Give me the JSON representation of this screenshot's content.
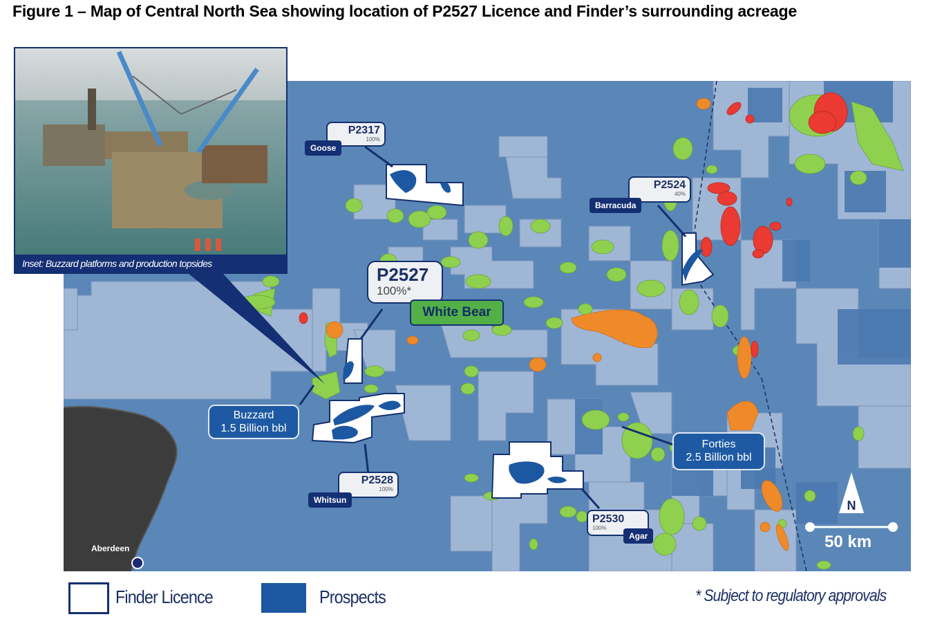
{
  "title": "Figure 1 – Map of Central North Sea showing location of P2527 Licence and Finder’s surrounding acreage",
  "inset": {
    "caption": "Inset: Buzzard platforms and production topsides"
  },
  "licences": [
    {
      "code": "P2317",
      "equity": "100%",
      "prospect": "Goose"
    },
    {
      "code": "P2524",
      "equity": "40%",
      "prospect": "Barracuda"
    },
    {
      "code": "P2527",
      "equity": "100%*",
      "prospect": "White Bear"
    },
    {
      "code": "P2528",
      "equity": "100%",
      "prospect": "Whitsun"
    },
    {
      "code": "P2530",
      "equity": "100%",
      "prospect": "Agar"
    }
  ],
  "fields": [
    {
      "name": "Buzzard",
      "volume": "1.5 Billion bbl"
    },
    {
      "name": "Forties",
      "volume": "2.5 Billion bbl"
    }
  ],
  "places": {
    "city": "Aberdeen"
  },
  "scale": {
    "north_label": "N",
    "scale_label": "50 km"
  },
  "legend": {
    "items": [
      {
        "label": "Finder Licence",
        "swatch": "#ffffff",
        "border": "#13306e"
      },
      {
        "label": "Prospects",
        "swatch": "#1c58a2"
      }
    ],
    "note": "* Subject to regulatory approvals"
  },
  "colors": {
    "sea": "#5a87b8",
    "licensed_block": "#a7bcd9",
    "dark_block": "#4a79b0",
    "oil_field": "#8fd14f",
    "gas_field": "#ea3a32",
    "condensate_field": "#ef8a2b",
    "prospect": "#1c58a2",
    "finder_licence": "#ffffff",
    "callout_navy": "#142f73"
  }
}
